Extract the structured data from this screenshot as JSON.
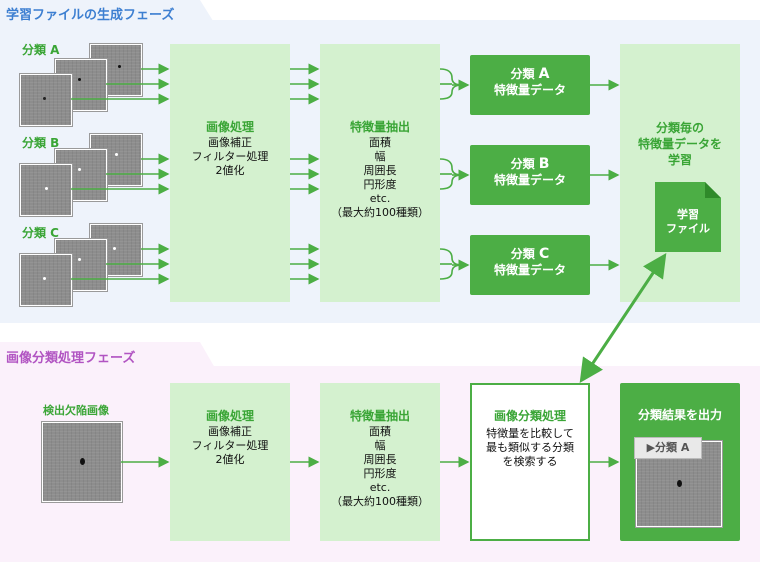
{
  "phase_learning": {
    "title": "学習ファイルの生成フェーズ",
    "classes": [
      {
        "label": "分類 A"
      },
      {
        "label": "分類 B"
      },
      {
        "label": "分類 C"
      }
    ],
    "image_processing": {
      "title": "画像処理",
      "line1": "画像補正",
      "line2": "フィルター処理",
      "line3": "2値化"
    },
    "feature_extraction": {
      "title": "特徴量抽出",
      "line1": "面積",
      "line2": "幅",
      "line3": "周囲長",
      "line4": "円形度",
      "line5": "etc.",
      "line6": "（最大約100種類）"
    },
    "feature_data": [
      {
        "label": "分類",
        "letter": "A",
        "sub": "特徴量データ"
      },
      {
        "label": "分類",
        "letter": "B",
        "sub": "特徴量データ"
      },
      {
        "label": "分類",
        "letter": "C",
        "sub": "特徴量データ"
      }
    ],
    "learning": {
      "line1": "分類毎の",
      "line2": "特徴量データを",
      "line3": "学習"
    },
    "learning_file": {
      "line1": "学習",
      "line2": "ファイル"
    }
  },
  "phase_classification": {
    "title": "画像分類処理フェーズ",
    "input_label": "検出欠陥画像",
    "image_processing": {
      "title": "画像処理",
      "line1": "画像補正",
      "line2": "フィルター処理",
      "line3": "2値化"
    },
    "feature_extraction": {
      "title": "特徴量抽出",
      "line1": "面積",
      "line2": "幅",
      "line3": "周囲長",
      "line4": "円形度",
      "line5": "etc.",
      "line6": "（最大約100種類）"
    },
    "classification": {
      "title": "画像分類処理",
      "line1": "特徴量を比較して",
      "line2": "最も類似する分類",
      "line3": "を検索する"
    },
    "output": {
      "title": "分類結果を出力",
      "result_label": "▶分類 A"
    }
  },
  "colors": {
    "green": "#4cae45",
    "light_green": "#d4f1cf",
    "phase1_bg": "#eef3fb",
    "phase2_bg": "#fbf1fb"
  }
}
